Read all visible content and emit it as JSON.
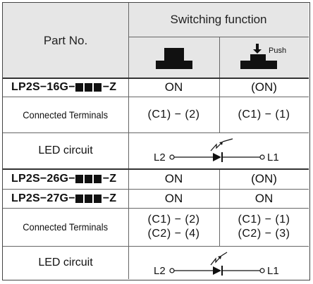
{
  "header": {
    "part_no": "Part No.",
    "switching_function": "Switching function",
    "push_label": "Push"
  },
  "rows": [
    {
      "part": "LP2S−16G−",
      "suffix": "−Z",
      "col1": "ON",
      "col2": "(ON)"
    },
    {
      "label": "Connected Terminals",
      "col1": "(C1) − (2)",
      "col2": "(C1) − (1)"
    },
    {
      "label": "LED circuit"
    },
    {
      "part": "LP2S−26G−",
      "suffix": "−Z",
      "col1": "ON",
      "col2": "(ON)"
    },
    {
      "part": "LP2S−27G−",
      "suffix": "−Z",
      "col1": "ON",
      "col2": "ON"
    },
    {
      "label": "Connected Terminals",
      "col1a": "(C1) − (2)",
      "col1b": "(C2) − (4)",
      "col2a": "(C1) − (1)",
      "col2b": "(C2) − (3)"
    },
    {
      "label": "LED circuit"
    }
  ],
  "led": {
    "left": "L2",
    "right": "L1"
  }
}
